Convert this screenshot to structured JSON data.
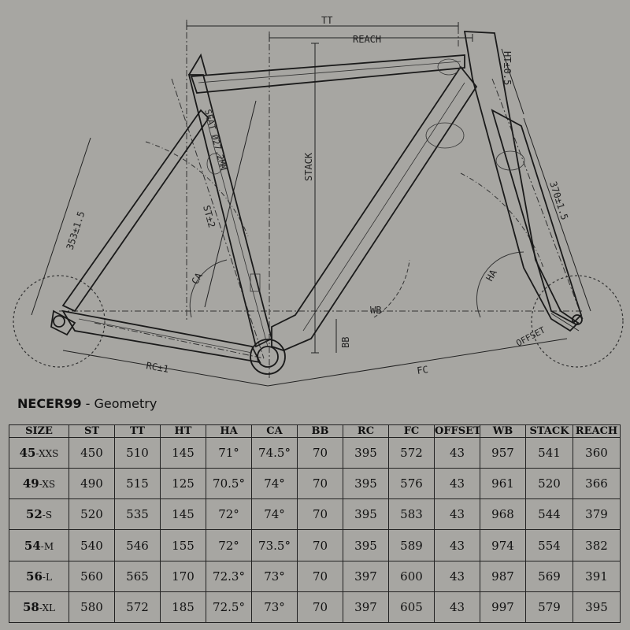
{
  "diagram": {
    "labels": {
      "tt": "TT",
      "reach": "REACH",
      "ht": "HT±0.5",
      "stack": "STACK",
      "seat": "SEAT Ø27.2MM",
      "st": "ST±2",
      "rake": "370±1.5",
      "chainstay": "353±1.5",
      "ca": "CA",
      "ha": "HA",
      "wb": "WB",
      "bb": "BB",
      "rc": "RC±1",
      "fc": "FC",
      "offset": "OFFSET"
    }
  },
  "title": {
    "brand": "NECER99",
    "suffix": " - Geometry"
  },
  "table": {
    "headers": [
      "SIZE",
      "ST",
      "TT",
      "HT",
      "HA",
      "CA",
      "BB",
      "RC",
      "FC",
      "OFFSET",
      "WB",
      "STACK",
      "REACH"
    ],
    "rows": [
      {
        "size_num": "45",
        "size_label": "-XXS",
        "cells": [
          "450",
          "510",
          "145",
          "71°",
          "74.5°",
          "70",
          "395",
          "572",
          "43",
          "957",
          "541",
          "360"
        ]
      },
      {
        "size_num": "49",
        "size_label": "-XS",
        "cells": [
          "490",
          "515",
          "125",
          "70.5°",
          "74°",
          "70",
          "395",
          "576",
          "43",
          "961",
          "520",
          "366"
        ]
      },
      {
        "size_num": "52",
        "size_label": "-S",
        "cells": [
          "520",
          "535",
          "145",
          "72°",
          "74°",
          "70",
          "395",
          "583",
          "43",
          "968",
          "544",
          "379"
        ]
      },
      {
        "size_num": "54",
        "size_label": "-M",
        "cells": [
          "540",
          "546",
          "155",
          "72°",
          "73.5°",
          "70",
          "395",
          "589",
          "43",
          "974",
          "554",
          "382"
        ]
      },
      {
        "size_num": "56",
        "size_label": "-L",
        "cells": [
          "560",
          "565",
          "170",
          "72.3°",
          "73°",
          "70",
          "397",
          "600",
          "43",
          "987",
          "569",
          "391"
        ]
      },
      {
        "size_num": "58",
        "size_label": "-XL",
        "cells": [
          "580",
          "572",
          "185",
          "72.5°",
          "73°",
          "70",
          "397",
          "605",
          "43",
          "997",
          "579",
          "395"
        ]
      }
    ]
  }
}
